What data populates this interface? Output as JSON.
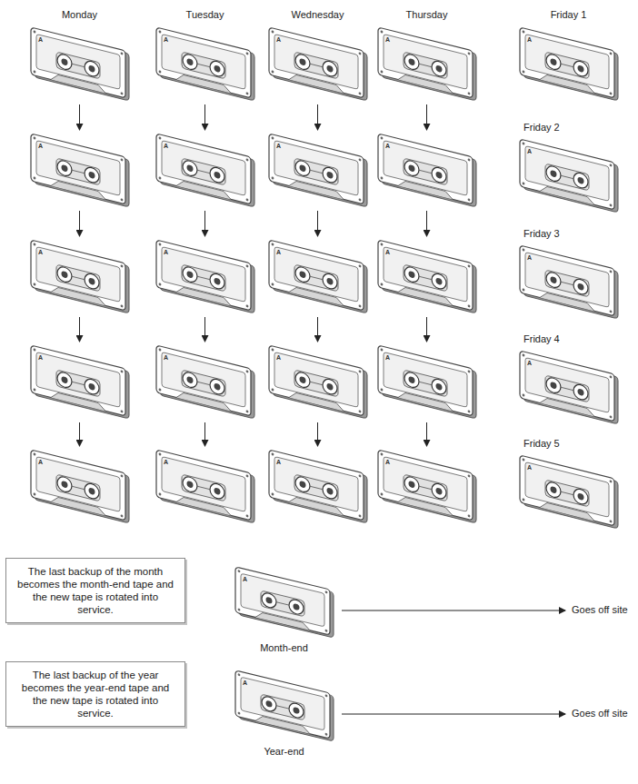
{
  "diagram": {
    "nodes": [
      {
        "text": [
          "Monday",
          "A"
        ]
      },
      {
        "text": [
          "Tuesday",
          "A"
        ]
      },
      {
        "text": [
          "Wednesday",
          "A"
        ]
      },
      {
        "text": [
          "Thursday",
          "A"
        ]
      },
      {
        "text": [
          "Friday 1",
          "A"
        ]
      },
      {
        "text": [
          "A"
        ]
      },
      {
        "text": [
          "A"
        ]
      },
      {
        "text": [
          "A"
        ]
      },
      {
        "text": [
          "A"
        ]
      },
      {
        "text": [
          "Friday 2",
          "A"
        ]
      },
      {
        "text": [
          "A"
        ]
      },
      {
        "text": [
          "A"
        ]
      },
      {
        "text": [
          "A"
        ]
      },
      {
        "text": [
          "A"
        ]
      },
      {
        "text": [
          "Friday 3",
          "A"
        ]
      },
      {
        "text": [
          "A"
        ]
      },
      {
        "text": [
          "A"
        ]
      },
      {
        "text": [
          "A"
        ]
      },
      {
        "text": [
          "A"
        ]
      },
      {
        "text": [
          "Friday 4",
          "A"
        ]
      },
      {
        "text": [
          "A"
        ]
      },
      {
        "text": [
          "A"
        ]
      },
      {
        "text": [
          "A"
        ]
      },
      {
        "text": [
          "A"
        ]
      },
      {
        "text": [
          "Friday 5",
          "A"
        ]
      },
      {
        "text": [
          "The last backup of the month becomes the month-end tape and the new tape is rotated into service."
        ]
      },
      {
        "text": [
          "A",
          "Month-end"
        ]
      },
      {
        "text": [
          "The last backup of the year becomes the year-end tape and the new tape is rotated into service."
        ]
      },
      {
        "text": [
          "A",
          "Year-end"
        ]
      }
    ],
    "edges": [
      {
        "from": 0,
        "to": 5,
        "arrow": "to"
      },
      {
        "from": 5,
        "to": 10,
        "arrow": "to"
      },
      {
        "from": 10,
        "to": 15,
        "arrow": "to"
      },
      {
        "from": 15,
        "to": 20,
        "arrow": "to"
      },
      {
        "from": 1,
        "to": 6,
        "arrow": "to"
      },
      {
        "from": 6,
        "to": 11,
        "arrow": "to"
      },
      {
        "from": 11,
        "to": 16,
        "arrow": "to"
      },
      {
        "from": 16,
        "to": 21,
        "arrow": "to"
      },
      {
        "from": 2,
        "to": 7,
        "arrow": "to"
      },
      {
        "from": 7,
        "to": 12,
        "arrow": "to"
      },
      {
        "from": 12,
        "to": 17,
        "arrow": "to"
      },
      {
        "from": 17,
        "to": 22,
        "arrow": "to"
      },
      {
        "from": 3,
        "to": 8,
        "arrow": "to"
      },
      {
        "from": 8,
        "to": 13,
        "arrow": "to"
      },
      {
        "from": 13,
        "to": 18,
        "arrow": "to"
      },
      {
        "from": 18,
        "to": 23,
        "arrow": "to"
      }
    ],
    "labels": [
      "Goes off site",
      "Goes off site"
    ]
  }
}
